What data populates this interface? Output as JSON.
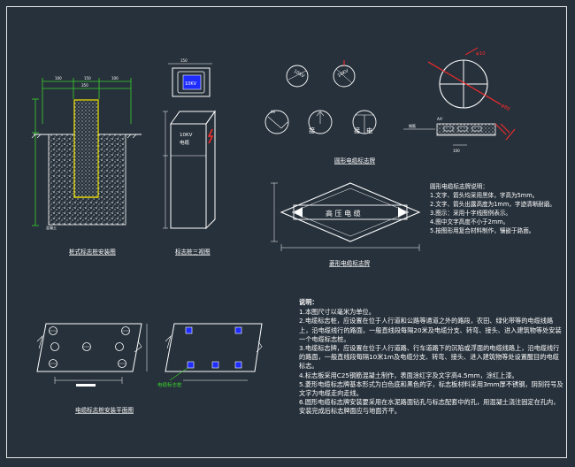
{
  "drawing": {
    "background_color": "#27313b",
    "line_color": "#ffffff",
    "accent_yellow": "#f2e600",
    "accent_red": "#ff2a2a",
    "accent_green": "#39d12c",
    "accent_blue": "#1e2cff",
    "captions": {
      "installation": "桩式标志桩安装图",
      "stake_structure": "标志桩三视图",
      "round_markers": "圆形电缆标志牌",
      "diamond_marker": "菱形电缆标志牌",
      "surface_layout": "电缆标志桩安装平面图"
    },
    "diamond_text": "高 压 电 缆",
    "stake_face_text": [
      "10KV",
      "电缆"
    ],
    "marker_labels": [
      "10KV",
      "接",
      "电",
      "接",
      "电"
    ],
    "blue_block_label": "电缆标志桩",
    "legend": {
      "title": "圆形电缆标志牌说明：",
      "items": [
        "1.文字、箭头均采用黑体，字高为5mm。",
        "2.文字、箭头出露高度为1mm，字迹清晰耐磨。",
        "3.图示：采用十字线图例表示。",
        "4.图中文字高度不小于2mm。",
        "5.按图形用复合材料制作，镶嵌于路面。"
      ]
    },
    "notes": {
      "title": "说明：",
      "items": [
        "1.本图尺寸以毫米为单位。",
        "2.电缆标志桩，应设置在位于人行道和公路等通道之外的路段，农田、绿化带等的电缆线路上，沿电缆线行的路面，一般直线段每隔20米及电缆分支、转弯、接头、进入建筑物等处安装一个电缆标志桩。",
        "3.电缆标志牌，应设置在位于人行道路、行车道路下的沉陷或浮面的电缆线路上，沿电缆线行的路面，一般直线段每隔10米1m及电缆分支、转弯、接头、进入建筑物等处设置醒目的电缆标志。",
        "4.标志板采用C25钢筋混凝土制作，表面涂红字及文字高4.5mm，涂红上漆。",
        "5.菱形电缆标志牌基本形式为白色底和黑色的字，标志板材料采用3mm厚不锈钢，阴刻符号及文字为电缆走向走线。",
        "6.圆形电缆标志牌安装要采用在水泥路面钻孔与标志配套中的孔，用混凝土浇注固定在孔内，安装完成后标志牌面应与地面齐平。"
      ]
    }
  }
}
